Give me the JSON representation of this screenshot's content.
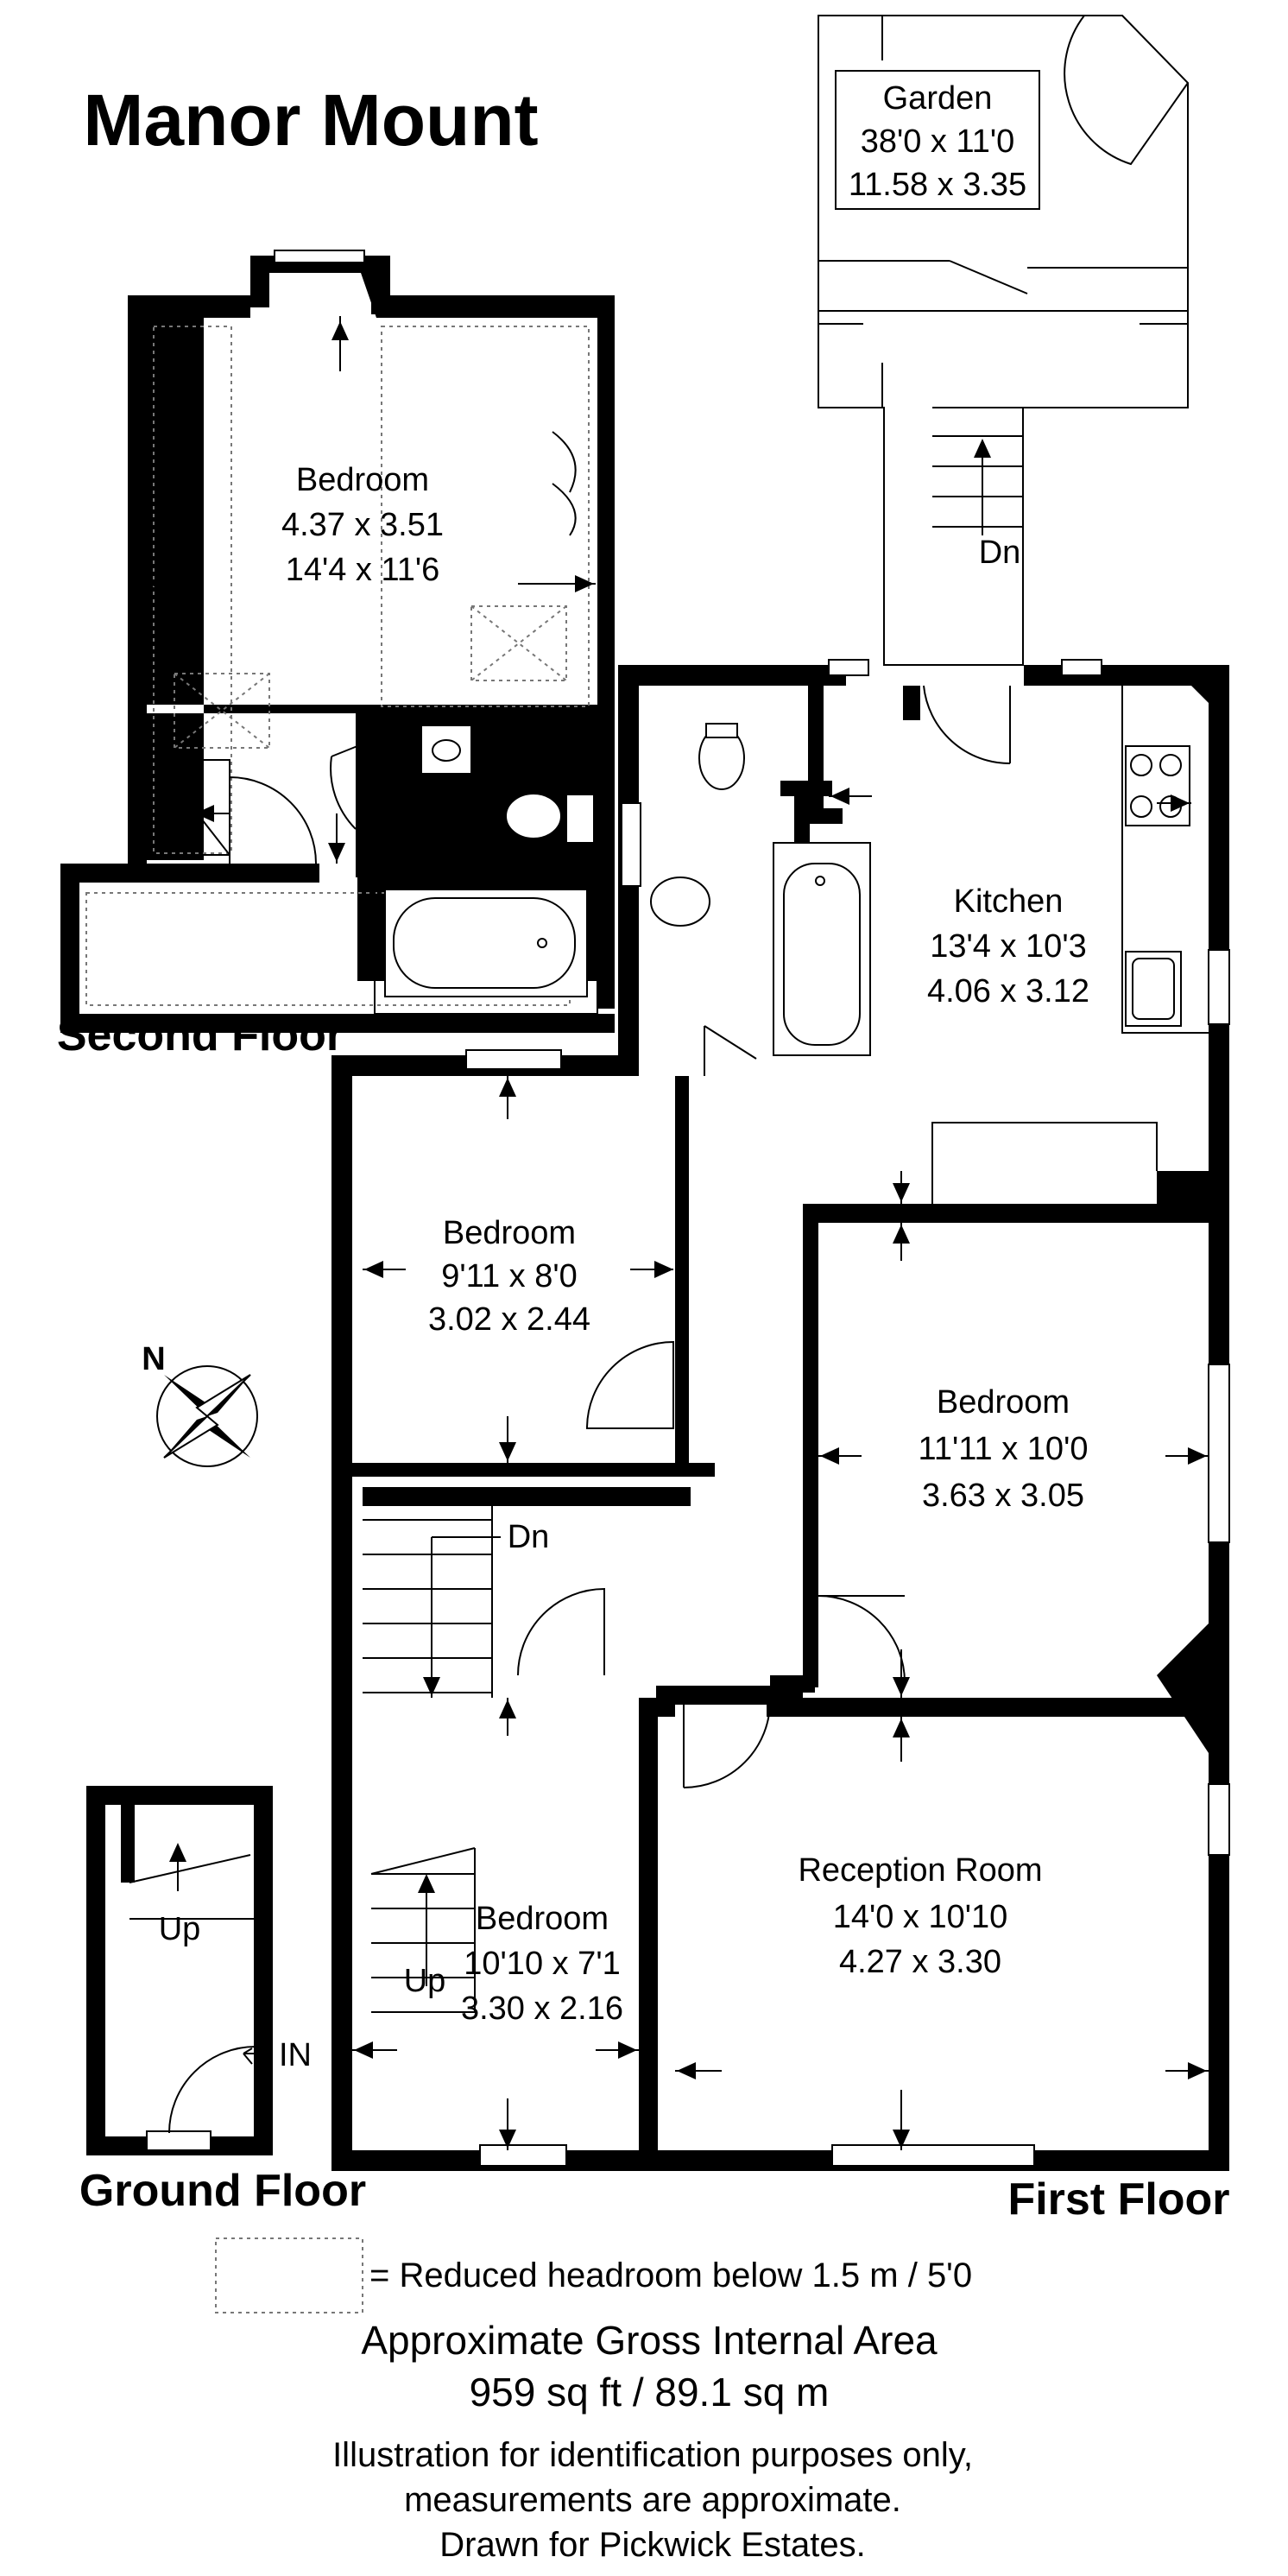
{
  "title": "Manor Mount",
  "floors": {
    "second": "Second Floor",
    "first": "First Floor",
    "ground": "Ground Floor"
  },
  "rooms": {
    "garden": {
      "name": "Garden",
      "dim1": "38'0 x 11'0",
      "dim2": "11.58 x 3.35"
    },
    "sf_bedroom": {
      "name": "Bedroom",
      "dim1": "4.37 x 3.51",
      "dim2": "14'4 x 11'6"
    },
    "kitchen": {
      "name": "Kitchen",
      "dim1": "13'4 x 10'3",
      "dim2": "4.06 x 3.12"
    },
    "bedroom_a": {
      "name": "Bedroom",
      "dim1": "9'11 x 8'0",
      "dim2": "3.02 x 2.44"
    },
    "bedroom_b": {
      "name": "Bedroom",
      "dim1": "11'11 x 10'0",
      "dim2": "3.63 x 3.05"
    },
    "bedroom_c": {
      "name": "Bedroom",
      "dim1": "10'10 x 7'1",
      "dim2": "3.30 x 2.16"
    },
    "reception": {
      "name": "Reception Room",
      "dim1": "14'0 x 10'10",
      "dim2": "4.27 x 3.30"
    }
  },
  "stair_labels": {
    "garden_dn": "Dn",
    "first_dn": "Dn",
    "first_up": "Up",
    "ground_up": "Up",
    "entrance": "IN"
  },
  "compass": "N",
  "legend": "=  Reduced headroom below 1.5 m / 5'0",
  "area": {
    "label": "Approximate Gross Internal Area",
    "value": "959 sq ft / 89.1 sq m"
  },
  "disclaimer": [
    "Illustration for identification purposes only,",
    "measurements are approximate.",
    "Drawn for Pickwick Estates."
  ]
}
